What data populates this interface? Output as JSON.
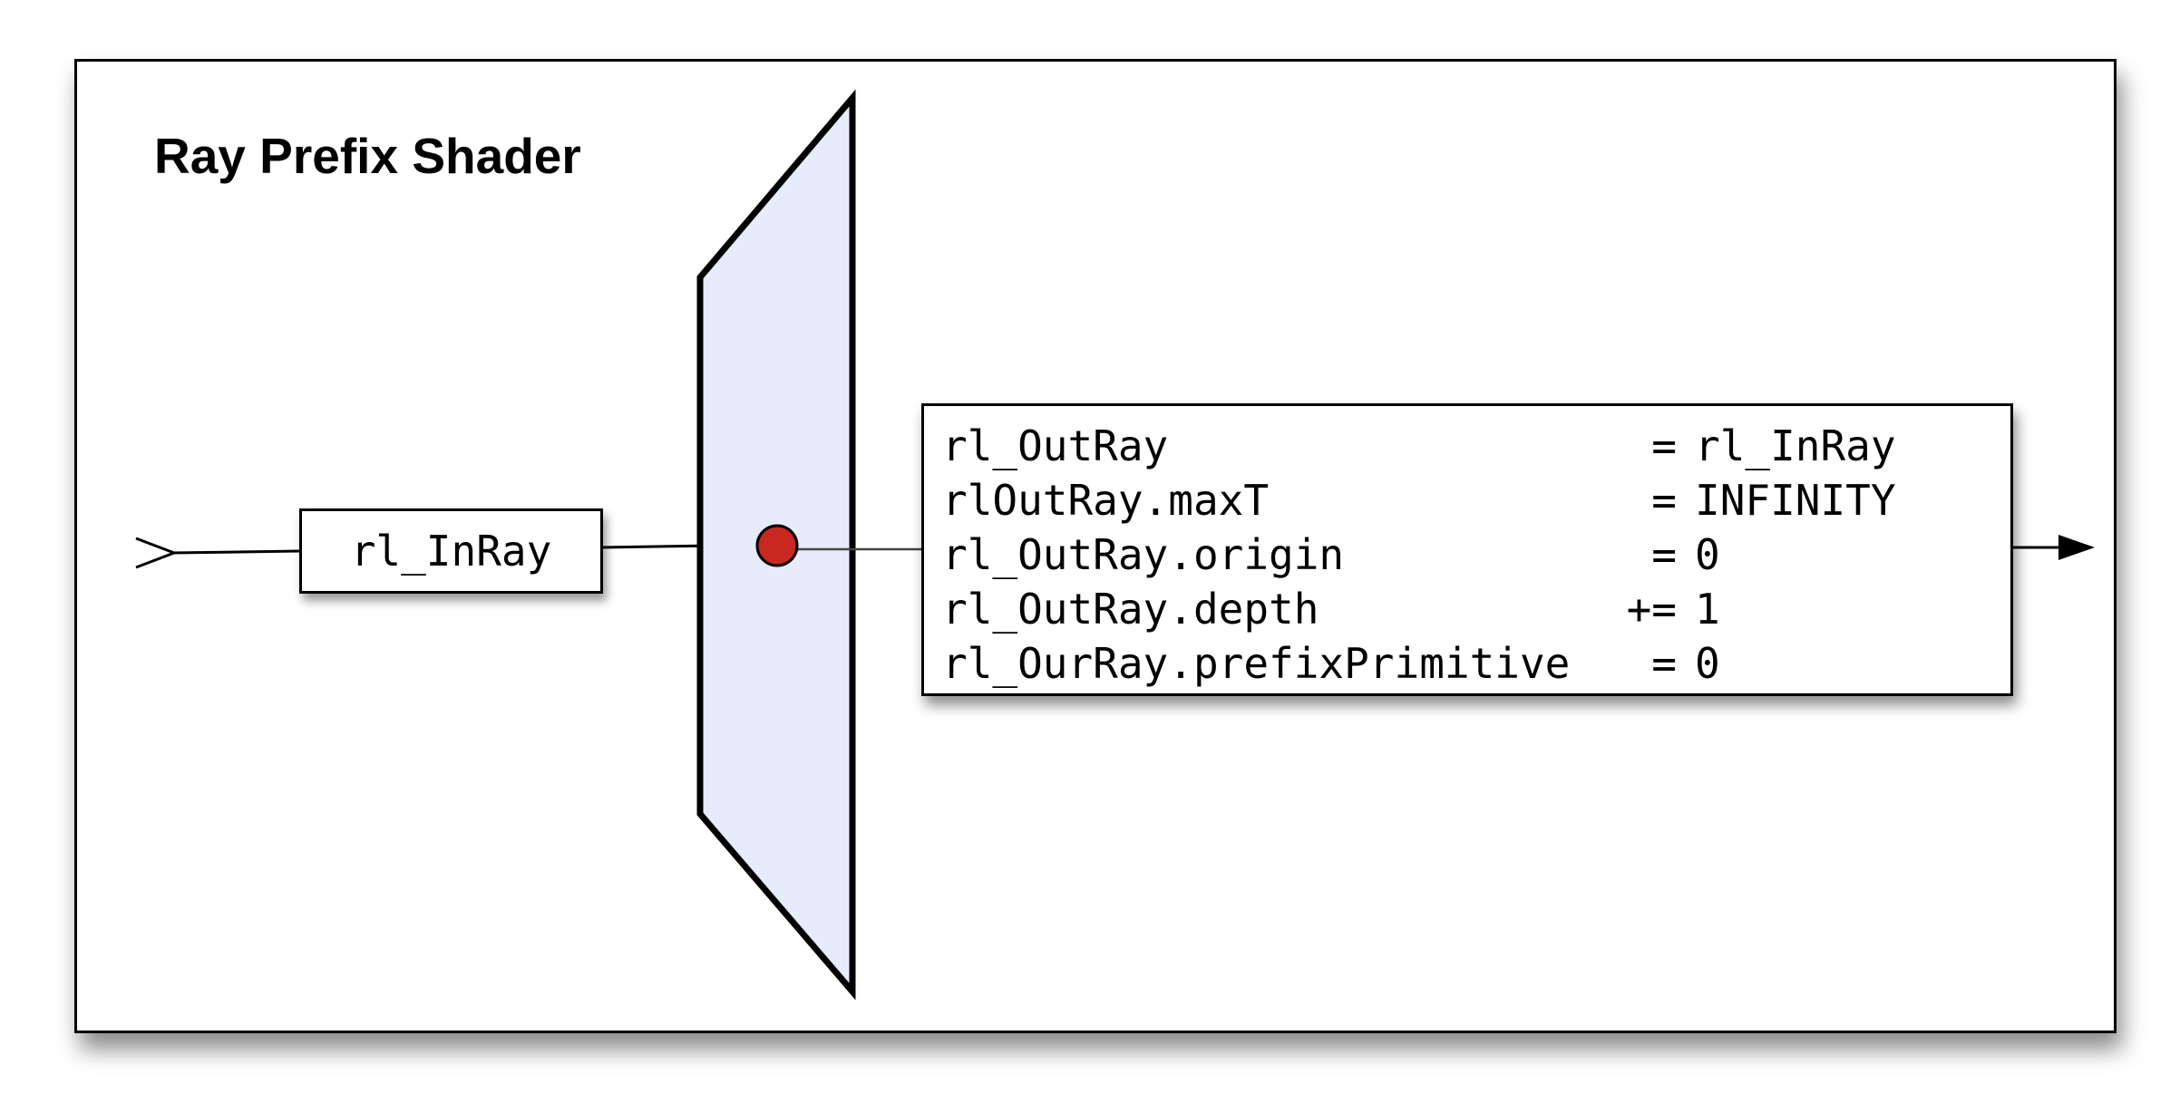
{
  "title": "Ray Prefix Shader",
  "input_box": {
    "label": "rl_InRay"
  },
  "assignments": [
    {
      "lhs": "rl_OutRay",
      "op": "=",
      "rhs": "rl_InRay"
    },
    {
      "lhs": "rlOutRay.maxT",
      "op": "=",
      "rhs": "INFINITY"
    },
    {
      "lhs": "rl_OutRay.origin",
      "op": "=",
      "rhs": "0"
    },
    {
      "lhs": "rl_OutRay.depth",
      "op": "+=",
      "rhs": "1"
    },
    {
      "lhs": "rl_OurRay.prefixPrimitive",
      "op": "=",
      "rhs": "0"
    }
  ],
  "colors": {
    "trapezoid_fill": "#e6ecfc",
    "node_fill": "#c8281e",
    "stroke": "#000000"
  }
}
